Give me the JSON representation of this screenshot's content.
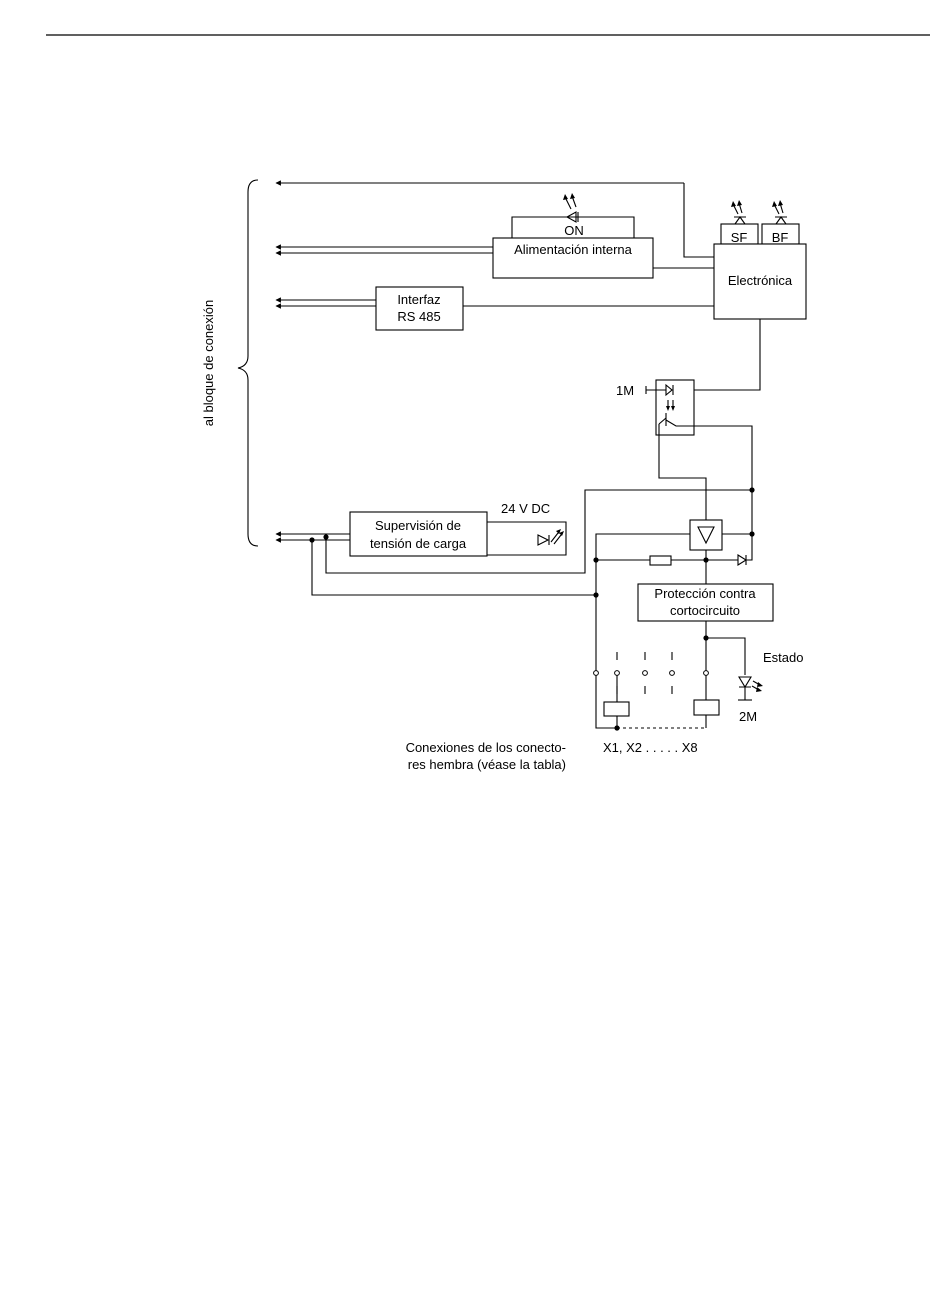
{
  "diagram": {
    "side_label": "al bloque de conexión",
    "blocks": {
      "on_led": "ON",
      "internal_supply": "Alimentación interna",
      "rs485_line1": "Interfaz",
      "rs485_line2": "RS 485",
      "electronics": "Electrónica",
      "sf_led": "SF",
      "bf_led": "BF",
      "load_monitor_line1": "Supervisión de",
      "load_monitor_line2": "tensión de carga",
      "short_circuit_line1": "Protección contra",
      "short_circuit_line2": "cortocircuito"
    },
    "labels": {
      "supply_24v": "24 V DC",
      "ground_1m": "1M",
      "status": "Estado",
      "ground_2m": "2M",
      "connectors_line1": "Conexiones de los conecto-",
      "connectors_line2": "res hembra (véase la tabla)",
      "connector_range": "X1, X2 . . . . . X8"
    }
  }
}
